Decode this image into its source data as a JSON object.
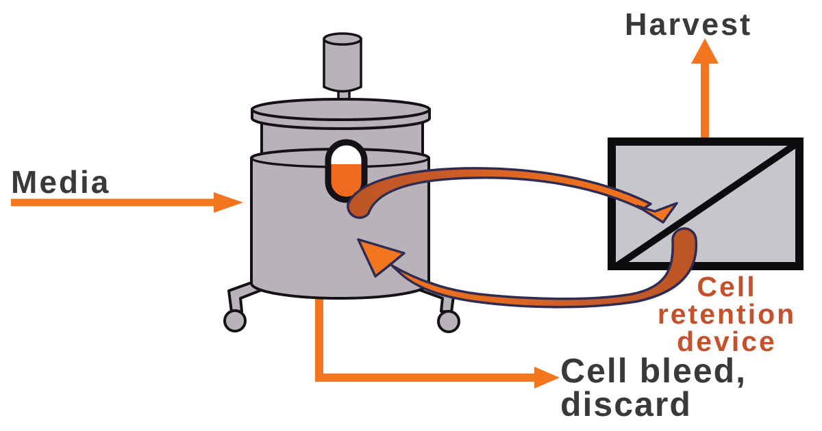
{
  "page": {
    "background": "#FFFFFF"
  },
  "labels": {
    "media": "Media",
    "harvest": "Harvest",
    "cell_retention_device": "Cell\nretention\ndevice",
    "cell_bleed_discard": "Cell bleed,\ndiscard"
  },
  "colors": {
    "arrow_orange": "#F2751F",
    "flow_dark_orange": "#C25B28",
    "flow_outline_navy": "#2E2C52",
    "vessel_gray": "#B9B2B8",
    "device_gray": "#C9C6CB",
    "outline_black": "#141216",
    "label_dark": "#3A383B",
    "retention_label_orange": "#C4512A",
    "sight_glass_liquid_orange": "#F06B1E"
  },
  "icons": {
    "media_arrow": "arrow-right",
    "harvest_arrow": "arrow-up",
    "cell_bleed_arrow": "elbow-arrow-right",
    "flow_to_device_arrow": "curved-arrow-down-right",
    "return_flow_arrow": "curved-arrow-up-left"
  }
}
